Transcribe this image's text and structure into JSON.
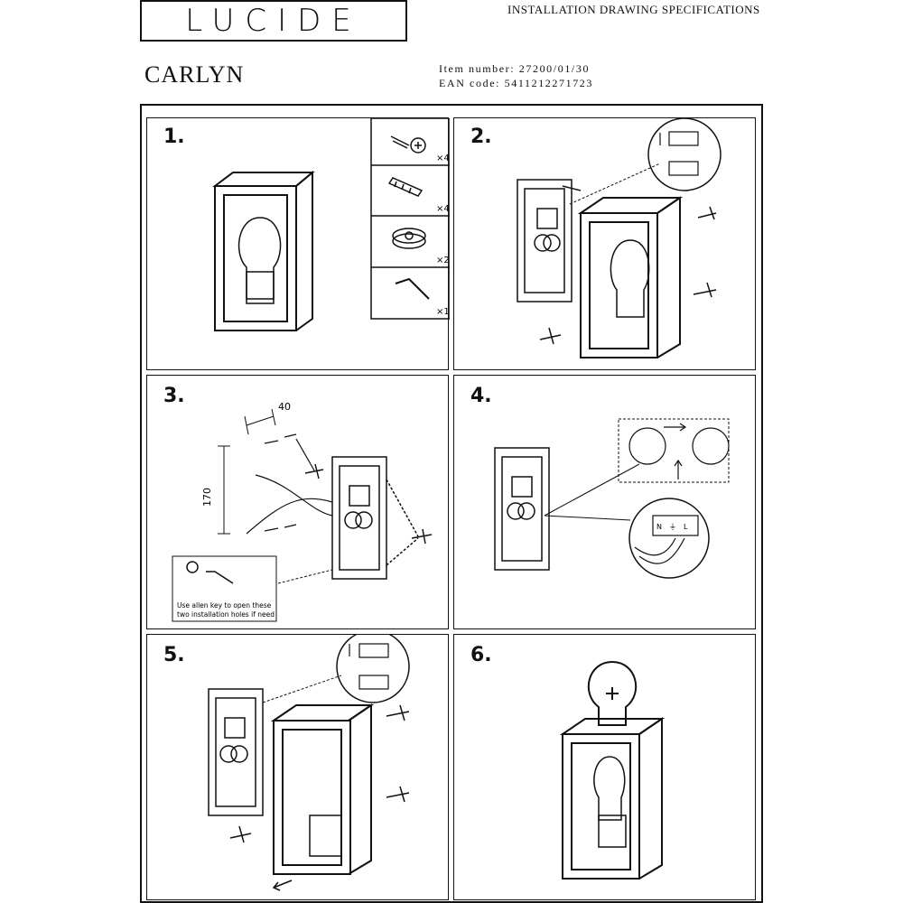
{
  "header": {
    "logo_text": "LUCIDE",
    "spec_title": "INSTALLATION DRAWING SPECIFICATIONS",
    "product_name": "CARLYN",
    "item_number": "Item number: 27200/01/30",
    "ean_code": "EAN code: 5411212271723"
  },
  "steps": [
    {
      "number": "1."
    },
    {
      "number": "2."
    },
    {
      "number": "3."
    },
    {
      "number": "4."
    },
    {
      "number": "5."
    },
    {
      "number": "6."
    }
  ],
  "parts": [
    {
      "icon": "screw-icon",
      "qty": "×4"
    },
    {
      "icon": "wall-plug-icon",
      "qty": "×4"
    },
    {
      "icon": "cap-icon",
      "qty": "×2"
    },
    {
      "icon": "allen-key-icon",
      "qty": "×1"
    }
  ],
  "dimensions": {
    "horizontal": "40",
    "vertical": "170"
  },
  "allen_note": {
    "line1": "Use allen key to open these",
    "line2": "two installation holes if need"
  },
  "terminal_labels": {
    "neutral": "N",
    "earth": "⏚",
    "live": "L"
  }
}
